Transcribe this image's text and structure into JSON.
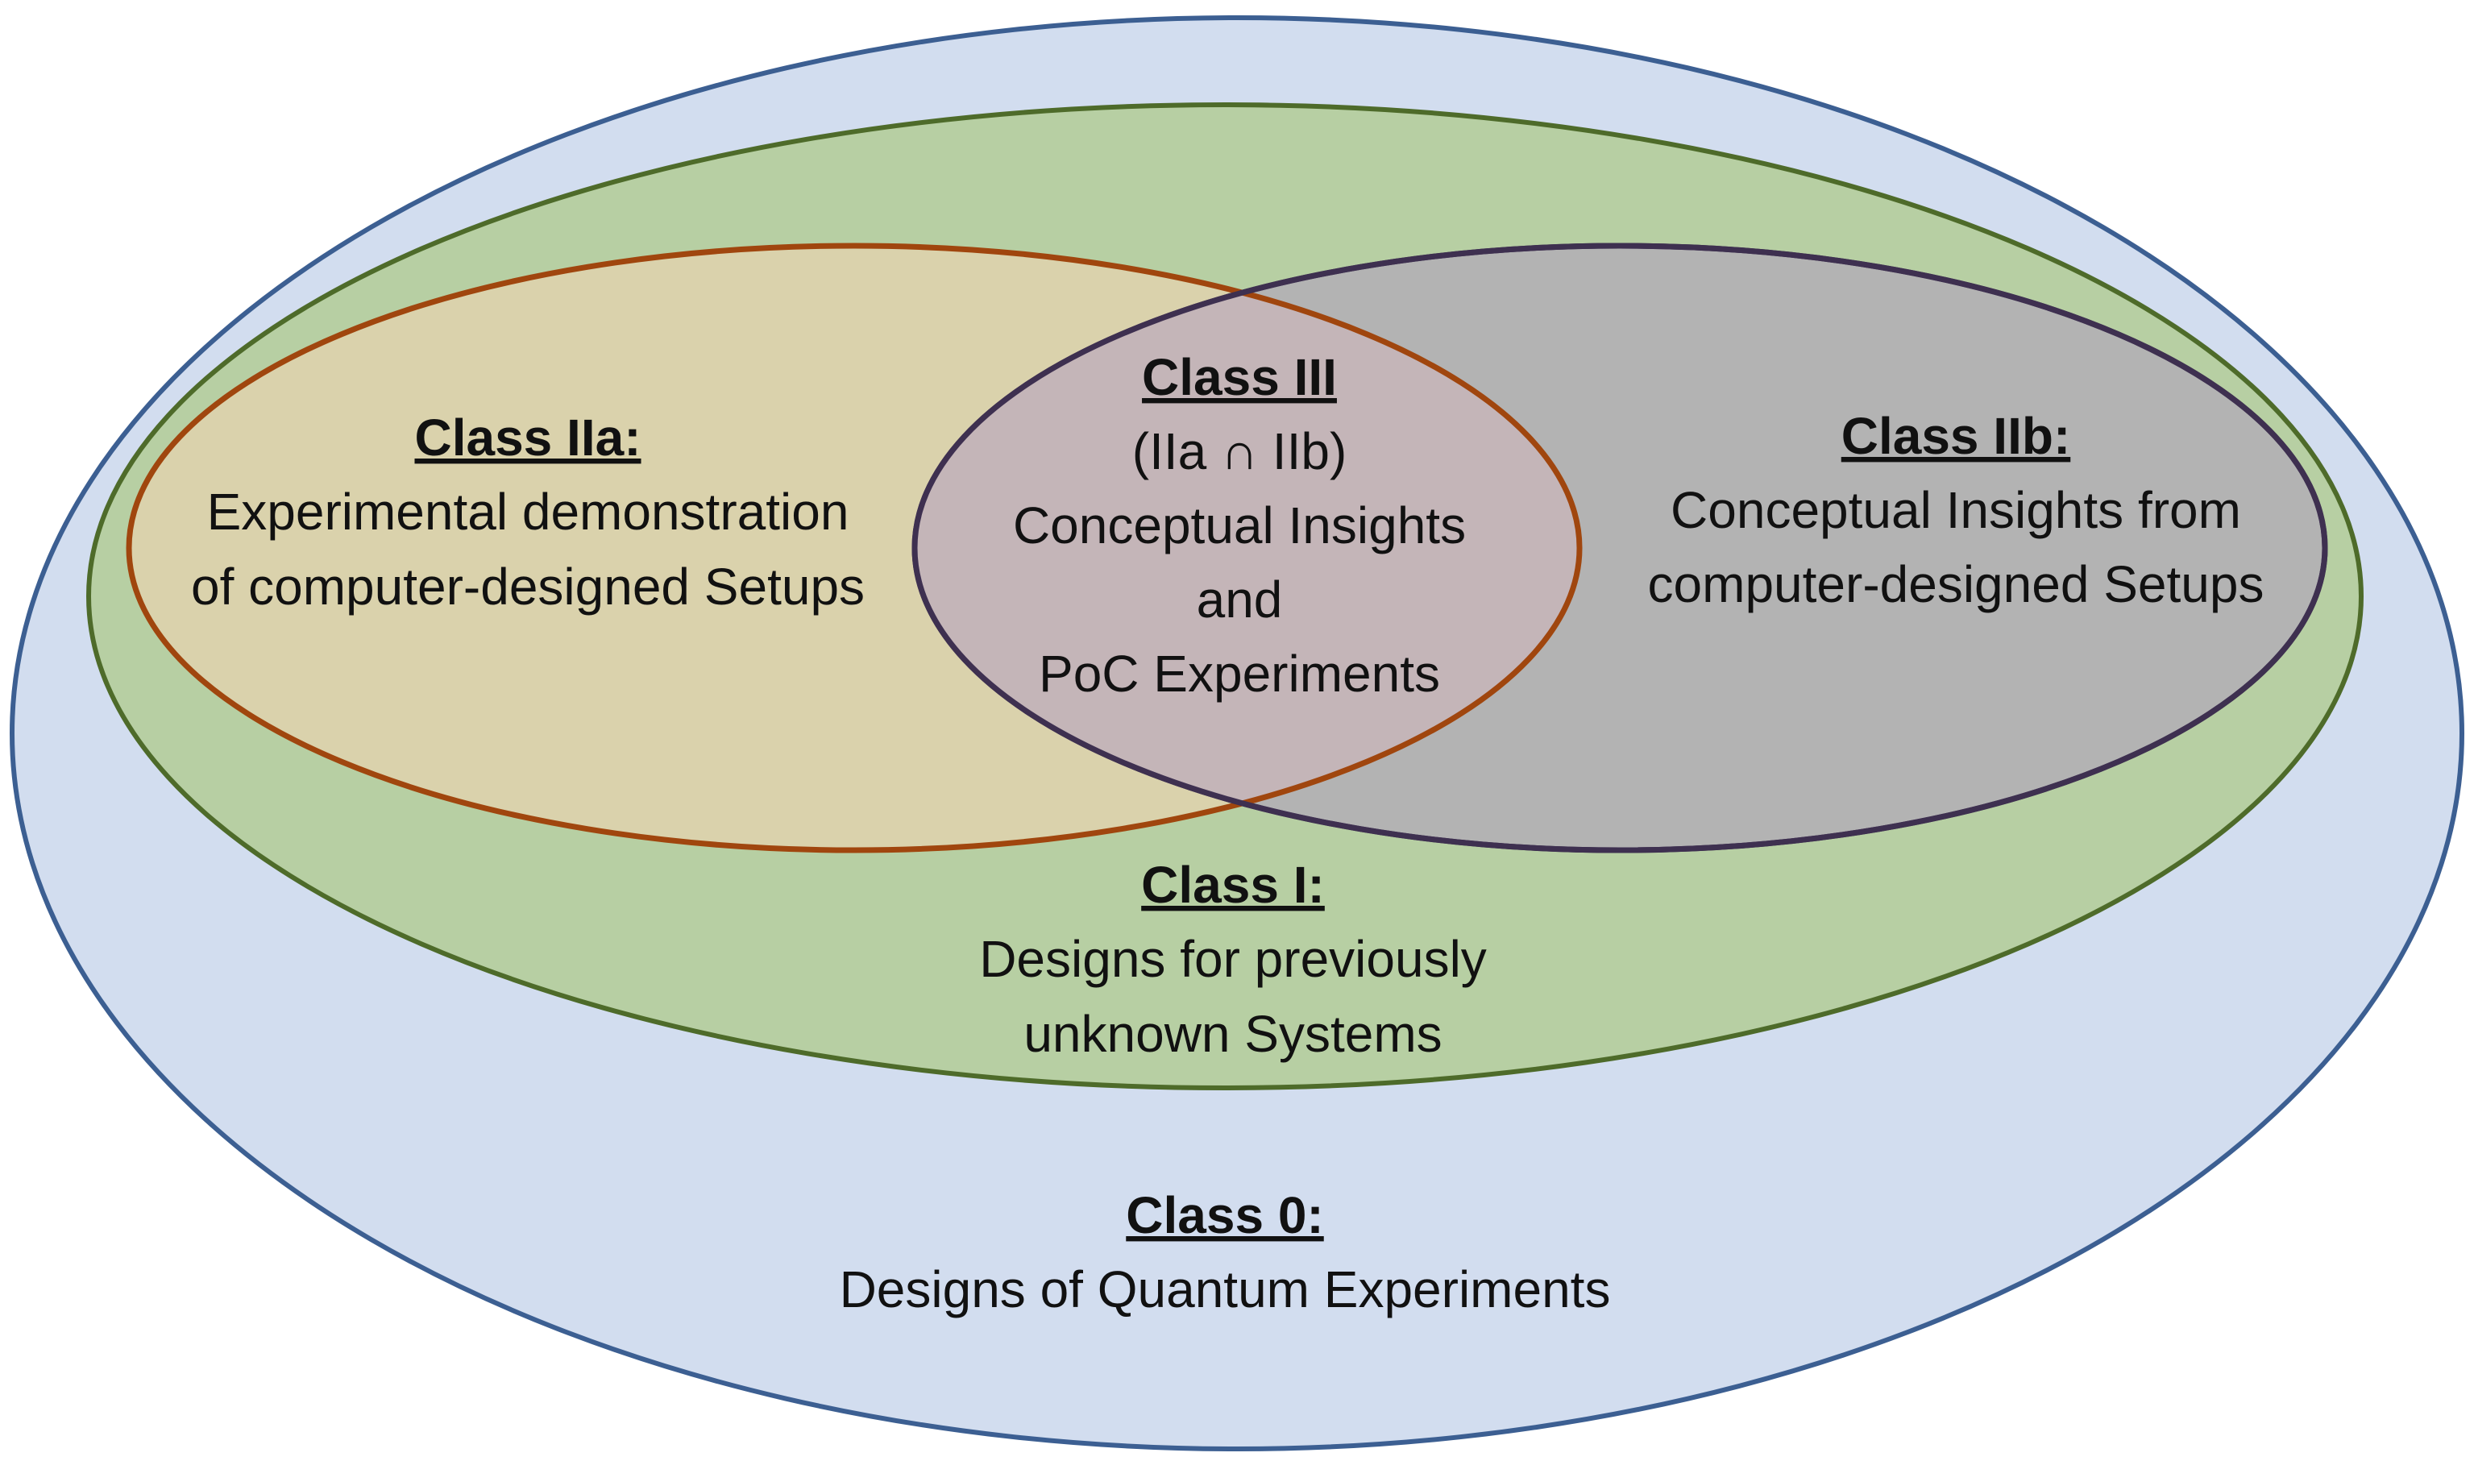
{
  "colors": {
    "class0_fill": "#d2ddef",
    "class0_stroke": "#3c5f92",
    "class1_fill": "#b7cfa3",
    "class1_stroke": "#4e6b2a",
    "class2a_fill": "#dad2ac",
    "class2a_stroke": "#a0460e",
    "class2b_fill": "#b3b3b3",
    "class2b_stroke": "#3e3050",
    "class3_fill": "#c4b5b8",
    "class3_stroke": "#a87468",
    "text": "#111111"
  },
  "class0": {
    "title": "Class 0:",
    "lines": [
      "Designs of Quantum Experiments"
    ]
  },
  "class1": {
    "title": "Class I:",
    "lines": [
      "Designs for previously",
      "unknown Systems"
    ]
  },
  "class2a": {
    "title": "Class IIa:",
    "lines": [
      "Experimental demonstration",
      "of computer-designed Setups"
    ]
  },
  "class2b": {
    "title": "Class IIb:",
    "lines": [
      "Conceptual Insights from",
      "computer-designed Setups"
    ]
  },
  "class3": {
    "title": "Class III",
    "lines": [
      "(IIa ∩ IIb)",
      "Conceptual Insights",
      "and",
      "PoC Experiments"
    ]
  }
}
